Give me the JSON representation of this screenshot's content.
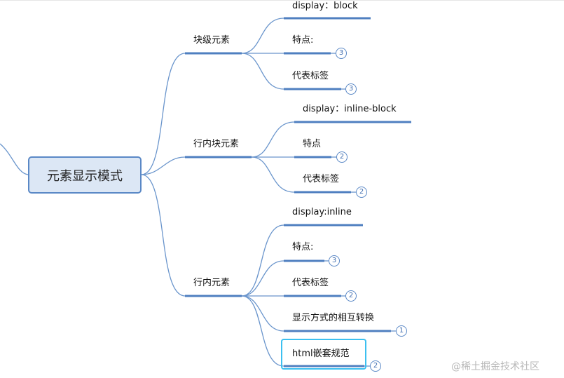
{
  "mindmap": {
    "root": "元素显示模式",
    "branches": [
      {
        "label": "块级元素",
        "children": [
          {
            "label": "display：block",
            "badge": ""
          },
          {
            "label": "特点:",
            "badge": "3"
          },
          {
            "label": "代表标签",
            "badge": "3"
          }
        ]
      },
      {
        "label": "行内块元素",
        "children": [
          {
            "label": "display：inline-block",
            "badge": ""
          },
          {
            "label": "特点",
            "badge": "2"
          },
          {
            "label": "代表标签",
            "badge": "2"
          }
        ]
      },
      {
        "label": "行内元素",
        "children": [
          {
            "label": "display:inline",
            "badge": ""
          },
          {
            "label": "特点:",
            "badge": "3"
          },
          {
            "label": "代表标签",
            "badge": "2"
          },
          {
            "label": "显示方式的相互转换",
            "badge": "1"
          },
          {
            "label": "html嵌套规范",
            "badge": "2"
          }
        ]
      }
    ]
  },
  "watermark": "@稀土掘金技术社区",
  "colors": {
    "link": "#6a95cc",
    "underline": "#4f7fc0",
    "root_fill": "#dce7f5",
    "root_border": "#5a88c6",
    "selection": "#3cc0f0"
  }
}
